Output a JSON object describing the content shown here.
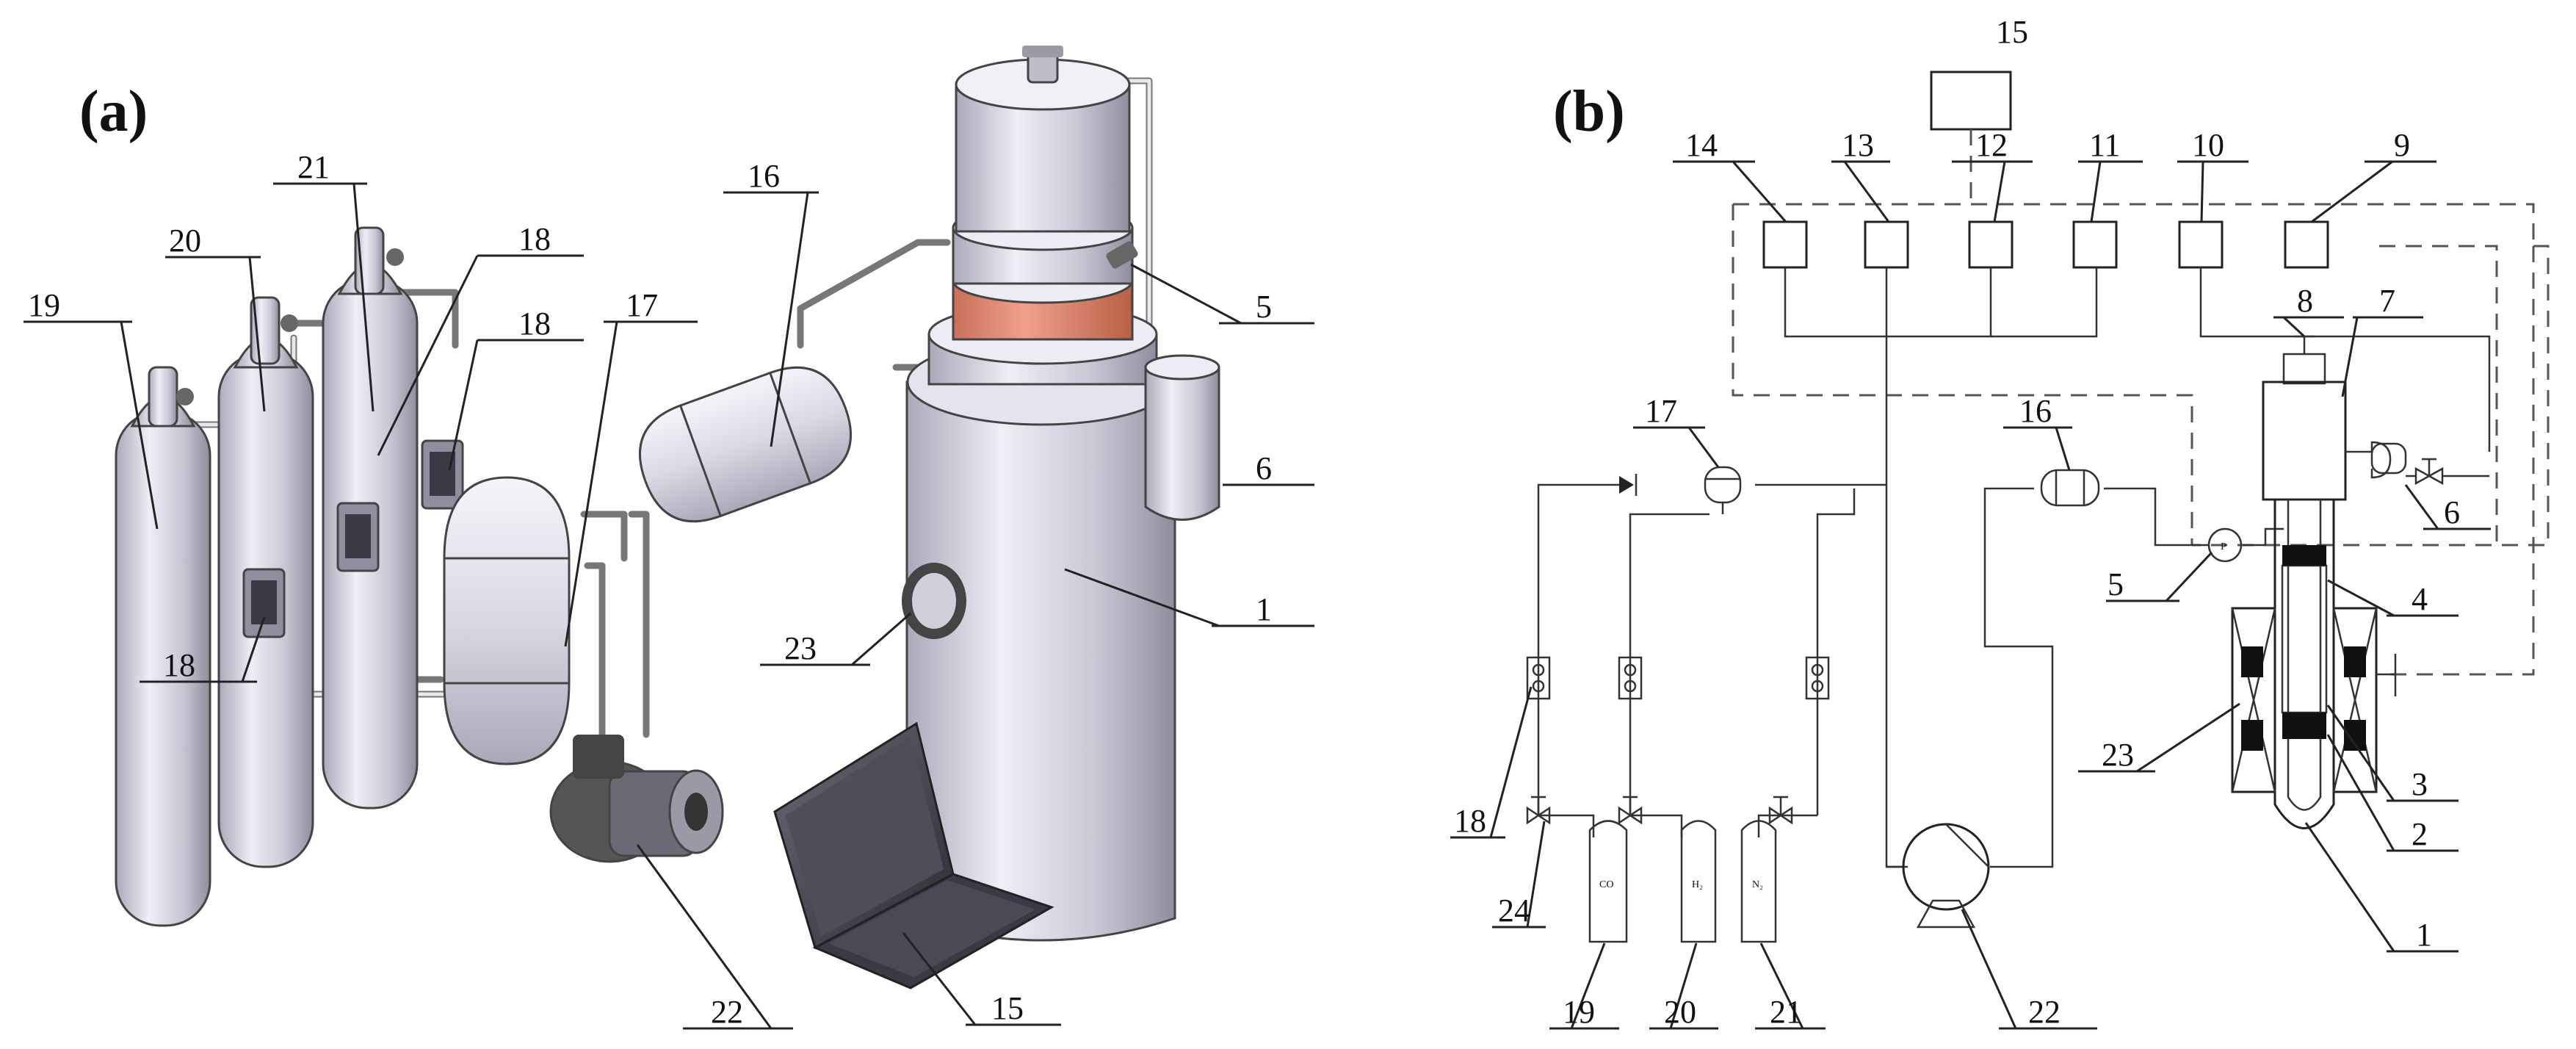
{
  "panels": {
    "a": "(a)",
    "b": "(b)"
  },
  "labels_a": {
    "l1": "1",
    "l5": "5",
    "l6": "6",
    "l15": "15",
    "l16": "16",
    "l17": "17",
    "l18a": "18",
    "l18b": "18",
    "l18c": "18",
    "l19": "19",
    "l20": "20",
    "l21": "21",
    "l22": "22",
    "l23": "23"
  },
  "labels_b": {
    "l1": "1",
    "l2": "2",
    "l3": "3",
    "l4": "4",
    "l5": "5",
    "l6": "6",
    "l7": "7",
    "l8": "8",
    "l9": "9",
    "l10": "10",
    "l11": "11",
    "l12": "12",
    "l13": "13",
    "l14": "14",
    "l15": "15",
    "l16": "16",
    "l17": "17",
    "l18": "18",
    "l19": "19",
    "l20": "20",
    "l21": "21",
    "l22": "22",
    "l23": "23",
    "l24": "24"
  },
  "symbols": {
    "pressure": "P",
    "cyl19": "CO",
    "cyl20": "H₂",
    "cyl21": "N₂"
  }
}
